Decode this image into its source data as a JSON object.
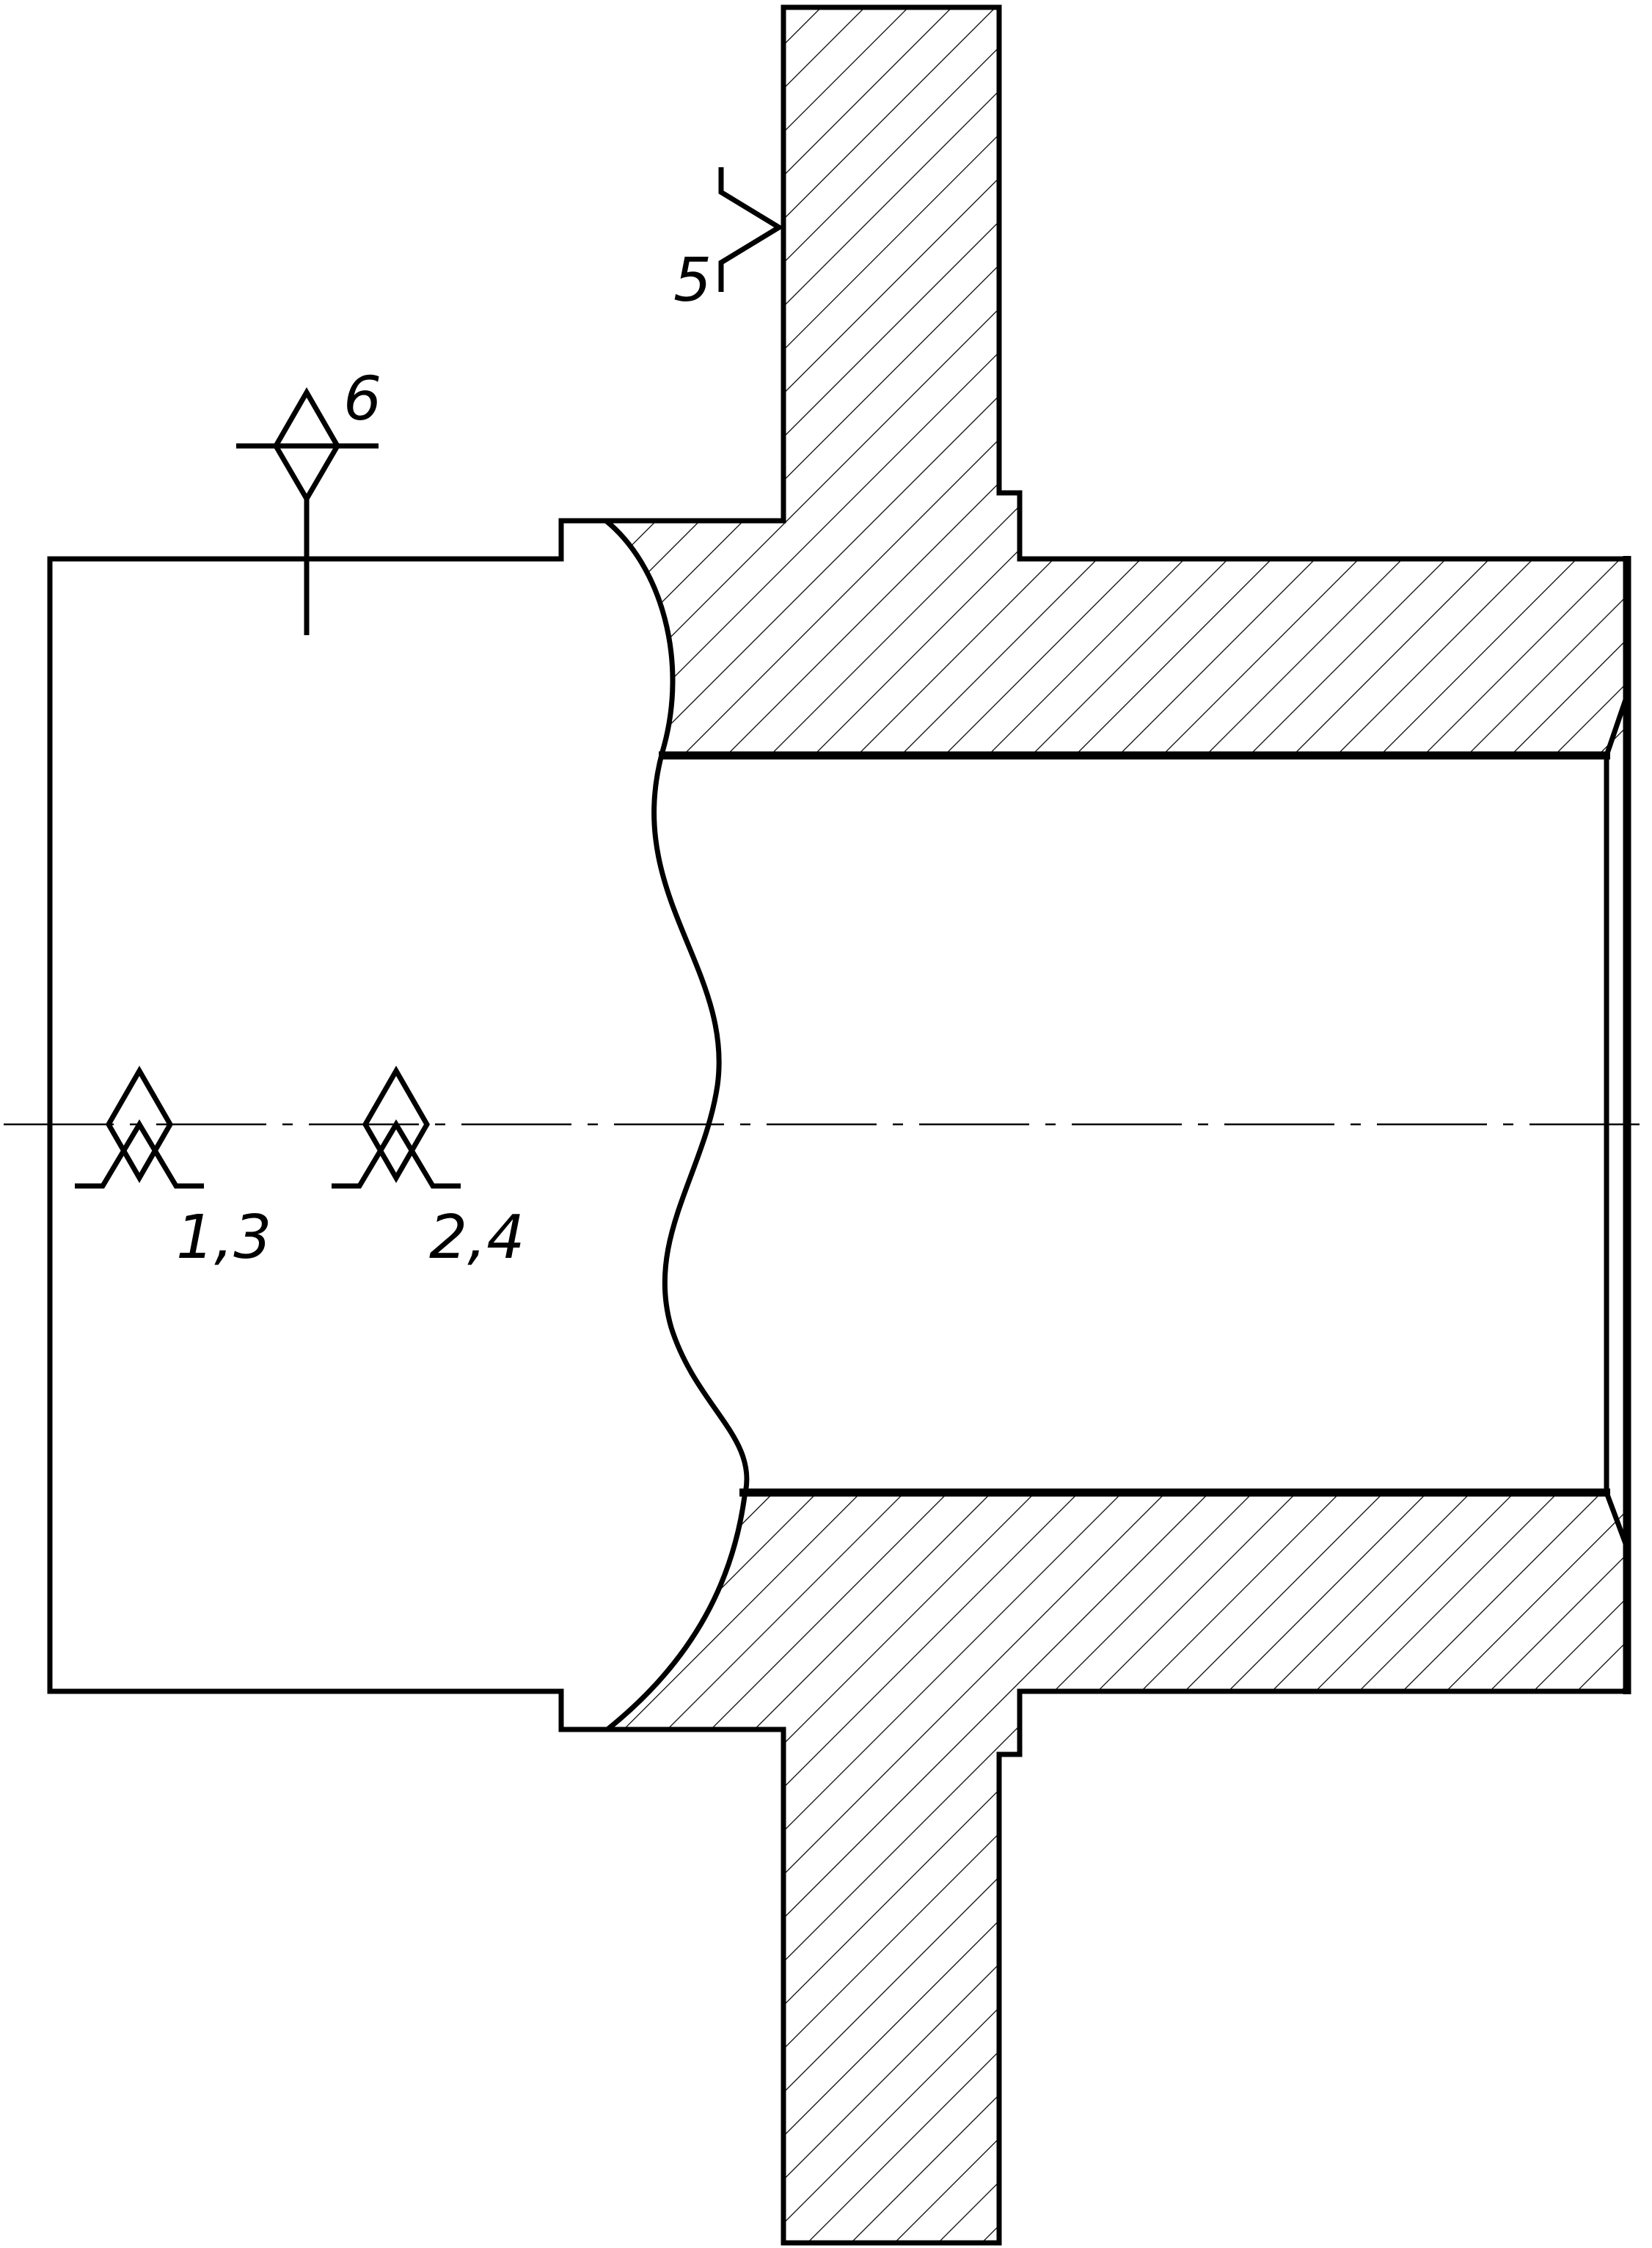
{
  "annotations": {
    "weld_label": "5",
    "datum_top_label": "6",
    "datum_left_label": "1,3",
    "datum_mid_label": "2,4"
  },
  "colors": {
    "line": "#000000",
    "background": "#ffffff"
  }
}
